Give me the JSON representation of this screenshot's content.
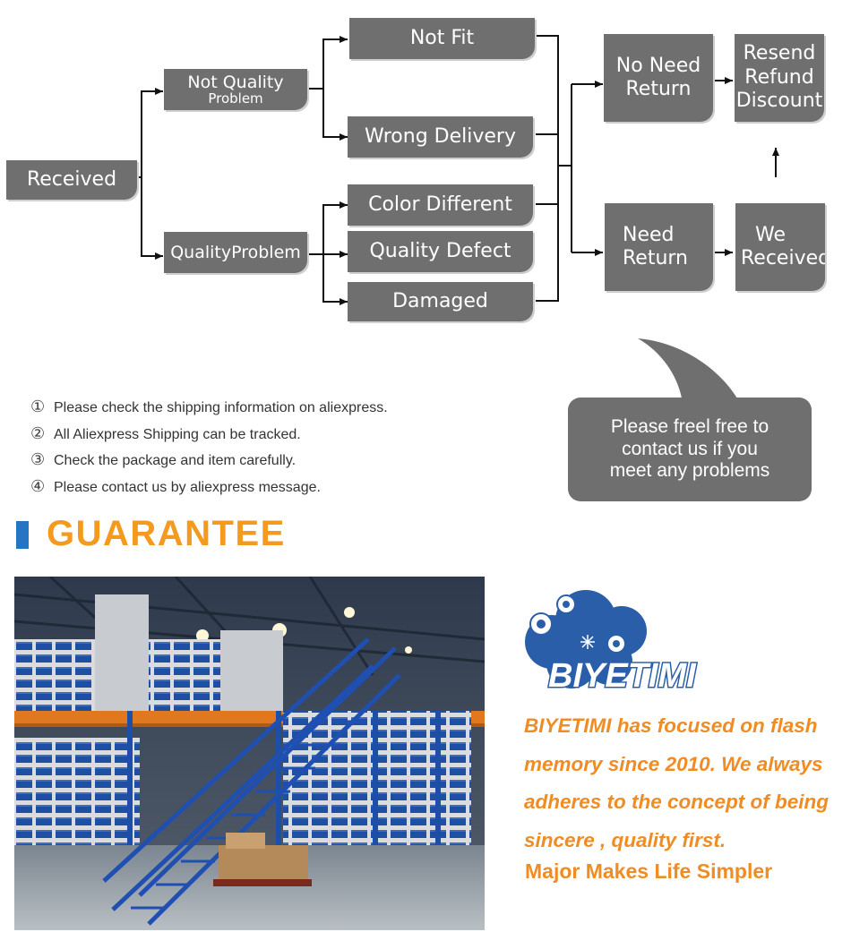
{
  "flow": {
    "received": "Received",
    "not_quality_line1": "Not Quality",
    "not_quality_line2": "Problem",
    "quality_problem": "QualityProblem",
    "not_fit": "Not Fit",
    "wrong_delivery": "Wrong Delivery",
    "color_different": "Color Different",
    "quality_defect": "Quality Defect",
    "damaged": "Damaged",
    "no_need_return_line1": "No Need",
    "no_need_return_line2": "Return",
    "need_return_line1": "Need",
    "need_return_line2": "Return",
    "resend_line1": "Resend",
    "resend_line2": "Refund",
    "resend_line3": "Discount",
    "we_received_line1": "We",
    "we_received_line2": "Received"
  },
  "bubble": {
    "line1": "Please freel free to",
    "line2": "contact us if you",
    "line3": "meet any problems"
  },
  "notes": [
    {
      "num": "①",
      "text": "Please check the shipping information on aliexpress."
    },
    {
      "num": "②",
      "text": "All Aliexpress Shipping can be tracked."
    },
    {
      "num": "③",
      "text": "Check the package and item carefully."
    },
    {
      "num": "④",
      "text": "Please contact us by aliexpress message."
    }
  ],
  "guarantee": {
    "title": "GUARANTEE"
  },
  "brand": {
    "logo_text": "BIYETIMI",
    "copy_lines": [
      "BIYETIMI has focused on flash",
      "memory since 2010. We always",
      "adheres to the concept of being",
      "sincere , quality first."
    ],
    "slogan": "Major Makes Life Simpler"
  },
  "colors": {
    "box_gray": "#6f6f6f",
    "accent_orange": "#f39a1f",
    "accent_blue": "#2476c4",
    "logo_blue": "#2a5ea8"
  }
}
